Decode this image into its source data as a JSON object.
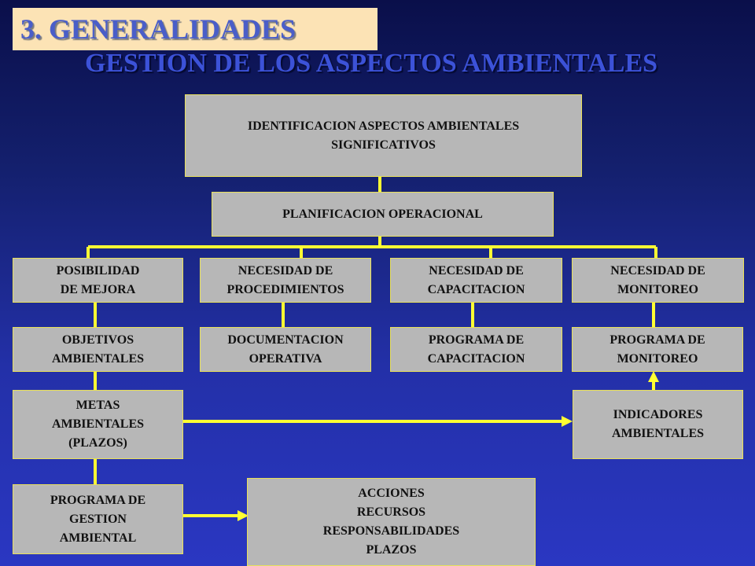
{
  "header": {
    "section_label": "3. GENERALIDADES",
    "title": "GESTION DE LOS ASPECTOS AMBIENTALES"
  },
  "colors": {
    "background": "#2330a8",
    "node_fill": "#b7b7b7",
    "connector": "#ffff33",
    "header_fill": "#fce3b5",
    "title_text": "#3c52d8"
  },
  "nodes": {
    "identificacion": [
      "IDENTIFICACION ASPECTOS AMBIENTALES",
      "SIGNIFICATIVOS"
    ],
    "planificacion": [
      "PLANIFICACION OPERACIONAL"
    ],
    "posibilidad_mejora": [
      "POSIBILIDAD",
      "DE MEJORA"
    ],
    "necesidad_procedimientos": [
      "NECESIDAD DE",
      "PROCEDIMIENTOS"
    ],
    "necesidad_capacitacion": [
      "NECESIDAD DE",
      "CAPACITACION"
    ],
    "necesidad_monitoreo": [
      "NECESIDAD DE",
      "MONITOREO"
    ],
    "objetivos": [
      "OBJETIVOS",
      "AMBIENTALES"
    ],
    "documentacion": [
      "DOCUMENTACION",
      "OPERATIVA"
    ],
    "programa_capacitacion": [
      "PROGRAMA DE",
      "CAPACITACION"
    ],
    "programa_monitoreo": [
      "PROGRAMA DE",
      "MONITOREO"
    ],
    "metas": [
      "METAS",
      "AMBIENTALES",
      "(PLAZOS)"
    ],
    "indicadores": [
      "INDICADORES",
      "AMBIENTALES"
    ],
    "programa_gestion": [
      "PROGRAMA DE",
      "GESTION",
      "AMBIENTAL"
    ],
    "acciones": [
      "ACCIONES",
      "RECURSOS",
      "RESPONSABILIDADES",
      "PLAZOS"
    ]
  }
}
